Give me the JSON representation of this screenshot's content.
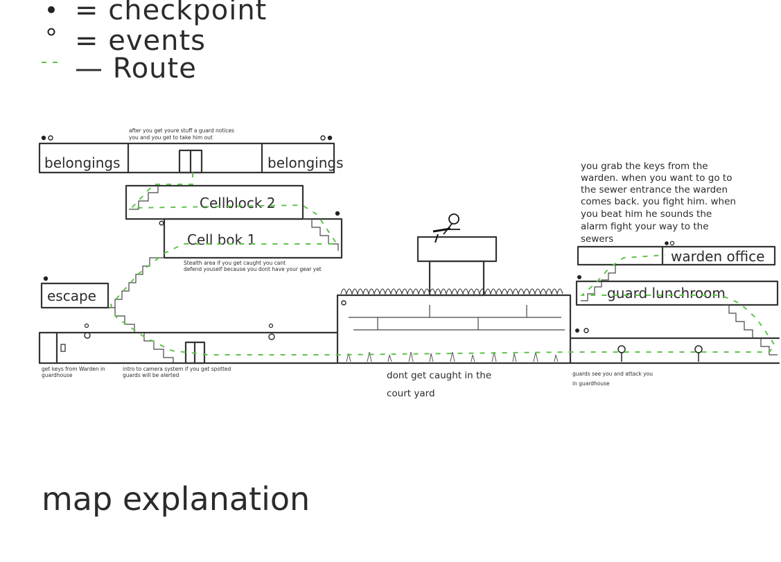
{
  "colors": {
    "ink": "#2b2b2b",
    "route": "#5fc24a",
    "background": "#ffffff"
  },
  "legend": {
    "items": [
      {
        "symbol": "filled-dot",
        "label": "= checkpoint"
      },
      {
        "symbol": "hollow-dot",
        "label": "= events"
      },
      {
        "symbol": "green-dash",
        "label": "— Route"
      }
    ]
  },
  "title": "map explanation",
  "rooms": {
    "belongings_left": "belongings",
    "belongings_right": "belongings",
    "cellblock2": "Cellblock 2",
    "cellblock1": "Cell bok 1",
    "escape": "escape",
    "warden_office": "warden office",
    "guard_lunchroom": "guard lunchroom"
  },
  "notes": {
    "top_start": [
      "after you get youre stuff a guard notices",
      "you and you get to take him out"
    ],
    "stealth": [
      "Stealth area if you get caught you cant",
      "defend youself because you dont have your gear yet"
    ],
    "keys": [
      "get keys from Warden in",
      "guardhouse"
    ],
    "camera": [
      "intro to camera system if you get spotted",
      "guards will be alerted"
    ],
    "courtyard": [
      "dont get caught in the",
      "court yard"
    ],
    "guardhouse": [
      "guards see you and attack you",
      "in guardhouse"
    ],
    "warden": [
      "you grab the keys from the",
      "warden. when you want to go to",
      "the sewer entrance the warden",
      "comes back. you fight him. when",
      "you beat him he sounds the",
      "alarm fight your way to the",
      "sewers"
    ]
  }
}
